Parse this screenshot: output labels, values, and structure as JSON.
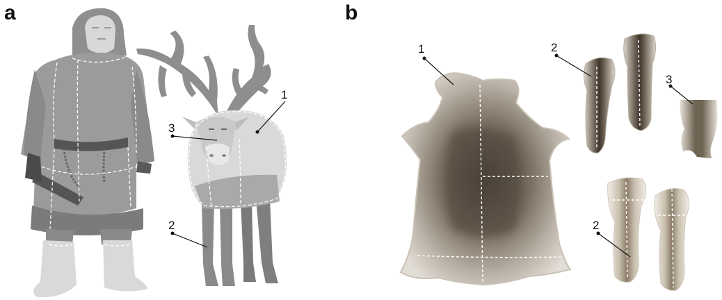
{
  "panels": {
    "a": {
      "letter": "a",
      "callouts": [
        {
          "number": "1"
        },
        {
          "number": "2"
        },
        {
          "number": "3"
        }
      ]
    },
    "b": {
      "letter": "b",
      "callouts": [
        {
          "number": "1"
        },
        {
          "number": "2"
        },
        {
          "number": "3"
        },
        {
          "number": "2"
        }
      ]
    }
  },
  "colors": {
    "figure_gray": "#9b9b9b",
    "figure_dark": "#7a7a7a",
    "figure_light": "#d6d6d6",
    "hide_dark": "#5c5348",
    "hide_light": "#d9d4cc"
  }
}
